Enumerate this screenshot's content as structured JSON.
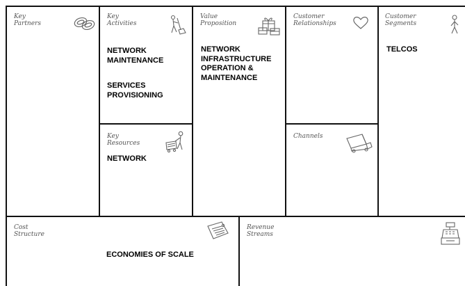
{
  "canvas": {
    "key_partners": {
      "title": "Key\nPartners",
      "icon": "chain-links-icon",
      "items": []
    },
    "key_activities": {
      "title": "Key\nActivities",
      "icon": "worker-digging-icon",
      "items": [
        "NETWORK\nMAINTENANCE",
        "SERVICES\nPROVISIONING"
      ]
    },
    "key_resources": {
      "title": "Key\nResources",
      "icon": "worker-with-cart-icon",
      "items": [
        "NETWORK"
      ]
    },
    "value_proposition": {
      "title": "Value\nProposition",
      "icon": "gift-icon",
      "items": [
        "NETWORK\nINFRASTRUCTURE\nOPERATION &\nMAINTENANCE"
      ]
    },
    "customer_relationships": {
      "title": "Customer\nRelationships",
      "icon": "heart-icon",
      "items": []
    },
    "channels": {
      "title": "Channels",
      "icon": "truck-icon",
      "items": []
    },
    "customer_segments": {
      "title": "Customer\nSegments",
      "icon": "person-icon",
      "items": [
        "TELCOS"
      ]
    },
    "cost_structure": {
      "title": "Cost\nStructure",
      "icon": "price-tag-icon",
      "items": [
        "ECONOMIES OF SCALE"
      ]
    },
    "revenue_streams": {
      "title": "Revenue\nStreams",
      "icon": "cash-register-icon",
      "items": []
    }
  }
}
